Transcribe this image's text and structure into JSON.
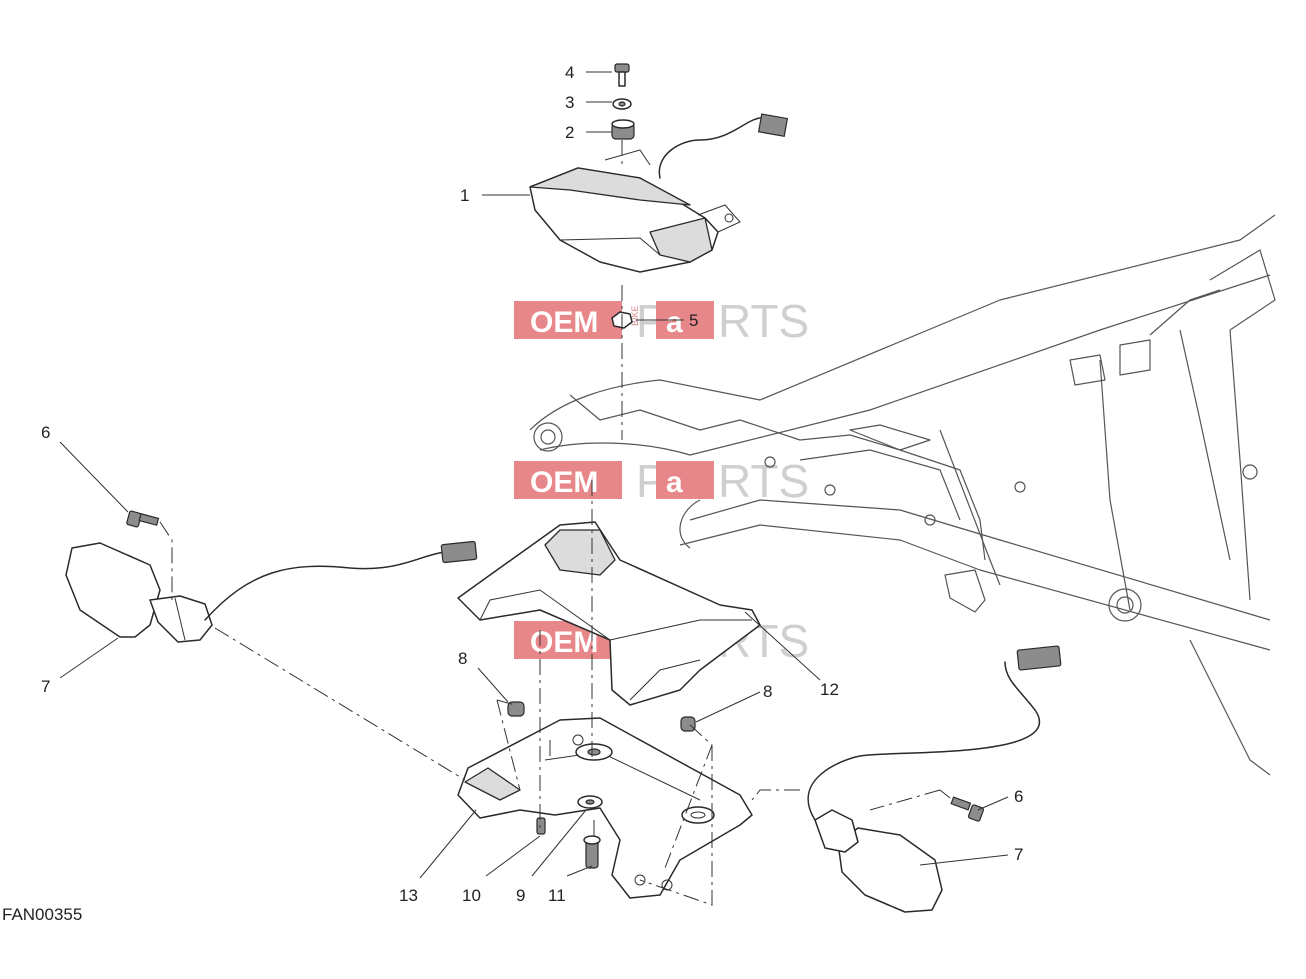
{
  "diagram_code": "FAN00355",
  "watermark": {
    "brand_left": "OEM",
    "brand_middle": "BIKE",
    "brand_right_a": "P",
    "brand_right_b": "a",
    "brand_right_c": "RTS"
  },
  "callouts": {
    "c1": "1",
    "c2": "2",
    "c3": "3",
    "c4": "4",
    "c5": "5",
    "c6a": "6",
    "c6b": "6",
    "c7a": "7",
    "c7b": "7",
    "c8a": "8",
    "c8b": "8",
    "c9": "9",
    "c10": "10",
    "c11": "11",
    "c12": "12",
    "c13": "13"
  }
}
